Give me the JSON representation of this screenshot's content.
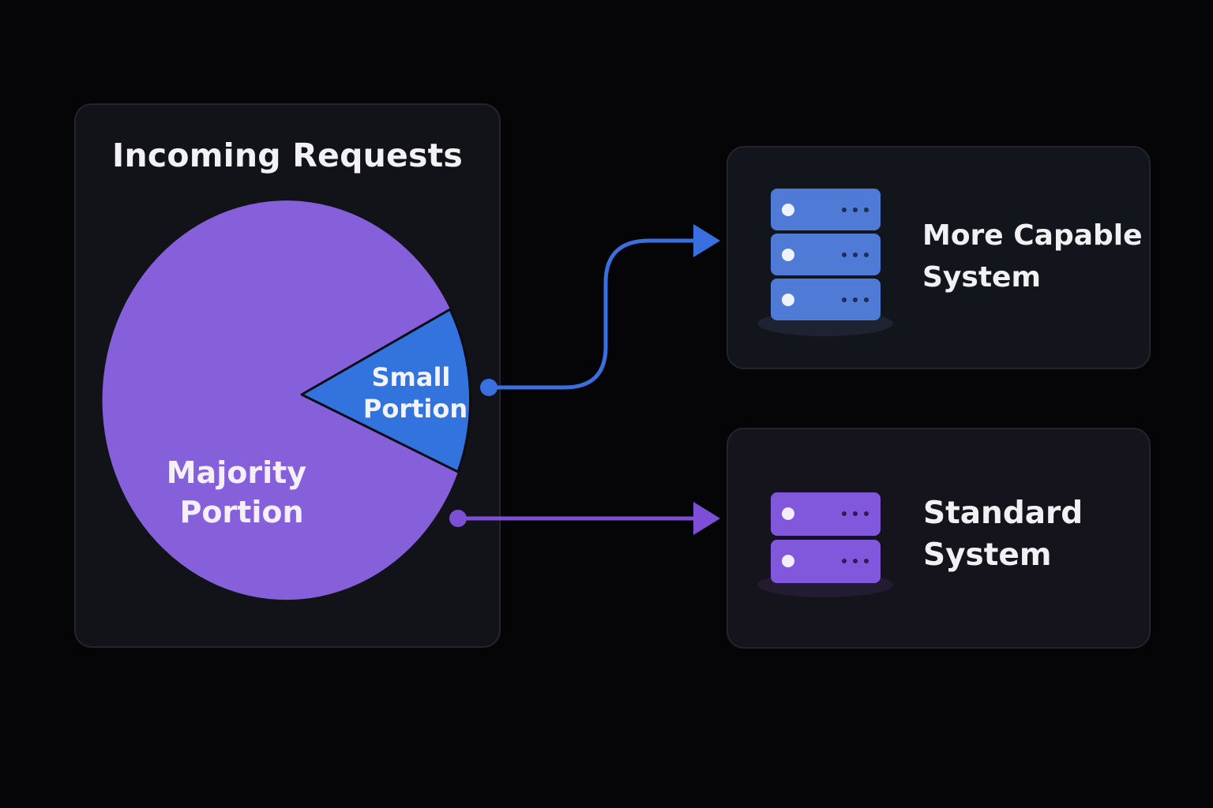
{
  "left_panel": {
    "title": "Incoming Requests",
    "chart": {
      "slices": [
        {
          "label_lines": [
            "Majority",
            "Portion"
          ],
          "color": "#865fdb"
        },
        {
          "label_lines": [
            "Small",
            "Portion"
          ],
          "color": "#3373dd"
        }
      ]
    }
  },
  "targets": {
    "top": {
      "label_lines": [
        "More Capable",
        "System"
      ],
      "icon": "server-stack-icon",
      "color": "#4f7ad6"
    },
    "bottom": {
      "label_lines": [
        "Standard",
        "System"
      ],
      "icon": "server-stack-icon",
      "color": "#8158dc"
    }
  },
  "connectors": {
    "top_color": "#3a6fe0",
    "bottom_color": "#7c4fd6"
  }
}
